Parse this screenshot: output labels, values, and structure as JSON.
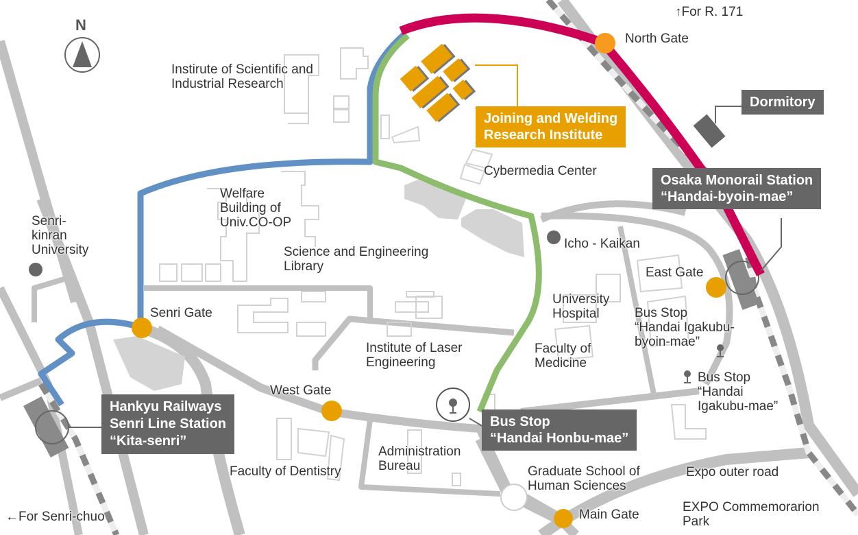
{
  "compass": {
    "label": "N",
    "icon": "north-arrow-icon"
  },
  "colors": {
    "route_blue": "#6090c4",
    "route_green": "#8cbc6c",
    "route_red": "#cc0055",
    "gate_orange": "#e8a000",
    "north_gate_orange": "#f79a1e",
    "box_dark": "#666666",
    "highlight_orange": "#e8a000",
    "road_gray": "#c0c0c0"
  },
  "directions": {
    "north": "↑For R. 171",
    "southwest": "←For Senri-chuo"
  },
  "gates": [
    {
      "id": "north-gate",
      "label": "North Gate"
    },
    {
      "id": "senri-gate",
      "label": "Senri Gate"
    },
    {
      "id": "west-gate",
      "label": "West Gate"
    },
    {
      "id": "east-gate",
      "label": "East Gate"
    },
    {
      "id": "main-gate",
      "label": "Main Gate"
    }
  ],
  "places": {
    "isir": "Instirute of Scientific and\nIndustrial Research",
    "cybermedia": "Cybermedia Center",
    "welfare": "Welfare\nBuilding of\nUniv.CO-OP",
    "library": "Science and Engineering\nLibrary",
    "senri_kinran": "Senri-\nkinran\nUniversity",
    "icho": "Icho - Kaikan",
    "laser": "Institute of Laser\nEngineering",
    "hospital": "University\nHospital",
    "medicine": "Faculty of\nMedicine",
    "bus_igakubu_byoin": "Bus Stop\n“Handai Igakubu-\nbyoin-mae”",
    "bus_igakubu": "Bus Stop\n“Handai\nIgakubu-mae”",
    "dentistry": "Faculty of Dentistry",
    "admin": "Administration\nBureau",
    "human_sciences": "Graduate School of\nHuman Sciences",
    "expo_road": "Expo outer road",
    "expo_park": "EXPO Commemorarion\nPark"
  },
  "callouts": {
    "jwri": "Joining and Welding\nResearch Institute",
    "dormitory": "Dormitory",
    "monorail": "Osaka Monorail Station\n“Handai-byoin-mae”",
    "hankyu": "Hankyu Railways\nSenri Line Station\n“Kita-senri”",
    "honbu_bus": "Bus Stop\n“Handai Honbu-mae”"
  }
}
